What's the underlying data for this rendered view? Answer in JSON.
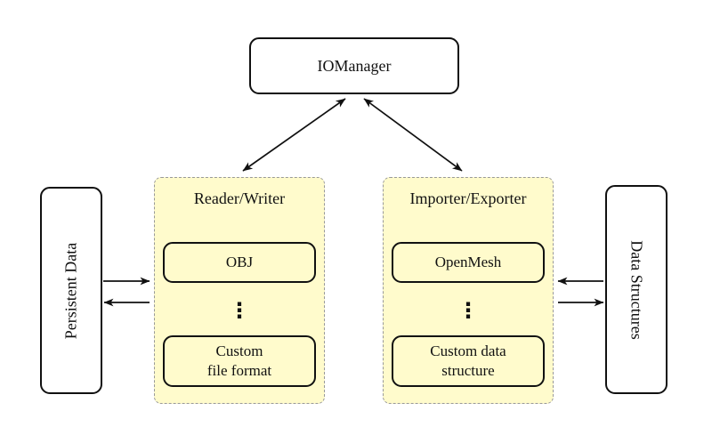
{
  "diagram": {
    "io_manager": {
      "label": "IOManager"
    },
    "persistent_data": {
      "label": "Persistent Data"
    },
    "data_structures": {
      "label": "Data Structures"
    },
    "reader_writer": {
      "title": "Reader/Writer",
      "item_top": "OBJ",
      "ellipsis": "⋮",
      "item_bottom": "Custom\nfile format"
    },
    "importer_exporter": {
      "title": "Importer/Exporter",
      "item_top": "OpenMesh",
      "ellipsis": "⋮",
      "item_bottom": "Custom data\nstructure"
    },
    "colors": {
      "panel_fill": "#FFFBCC",
      "panel_border": "#999999",
      "node_border": "#111111",
      "node_fill": "#FFFFFF",
      "arrow": "#111111",
      "background": "#FFFFFF"
    }
  }
}
